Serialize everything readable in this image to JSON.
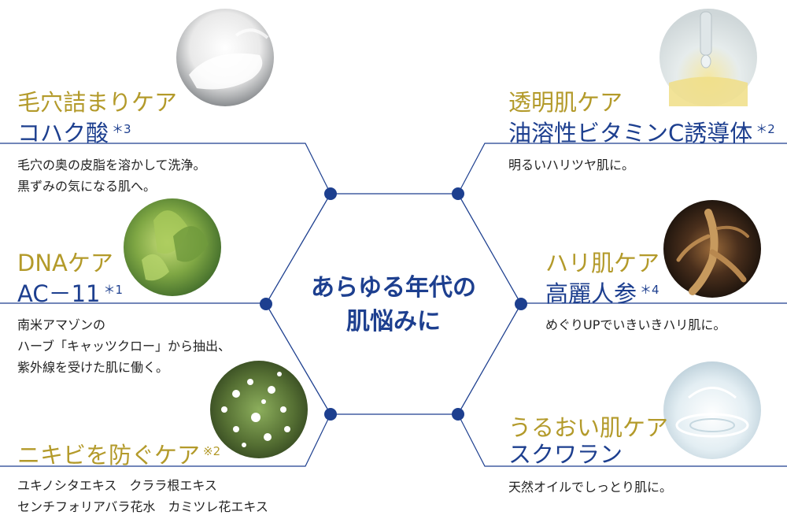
{
  "center": {
    "line1": "あらゆる年代の",
    "line2": "肌悩みに"
  },
  "items": [
    {
      "category": "毛穴詰まりケア",
      "ingredient": "コハク酸",
      "note": "＊3",
      "desc": [
        "毛穴の奥の皮脂を溶かして洗浄。",
        "黒ずみの気になる肌へ。"
      ]
    },
    {
      "category": "DNAケア",
      "ingredient": "AC－11",
      "note": "＊1",
      "desc": [
        "南米アマゾンの",
        "ハーブ「キャッツクロー」から抽出、",
        "紫外線を受けた肌に働く。"
      ]
    },
    {
      "category": "ニキビを防ぐケア",
      "ingredient": "",
      "note": "※2",
      "desc": [
        "ユキノシタエキス　クララ根エキス",
        "センチフォリアバラ花水　カミツレ花エキス"
      ]
    },
    {
      "category": "透明肌ケア",
      "ingredient": "油溶性ビタミンC誘導体",
      "note": "＊2",
      "desc": [
        "明るいハリツヤ肌に。"
      ]
    },
    {
      "category": "ハリ肌ケア",
      "ingredient": "高麗人参",
      "note": "＊4",
      "desc": [
        "めぐりUPでいきいきハリ肌に。"
      ]
    },
    {
      "category": "うるおい肌ケア",
      "ingredient": "スクワラン",
      "note": "",
      "desc": [
        "天然オイルでしっとり肌に。"
      ]
    }
  ],
  "colors": {
    "gold": "#b39a2a",
    "navy": "#1d3f8f",
    "text": "#222222"
  }
}
